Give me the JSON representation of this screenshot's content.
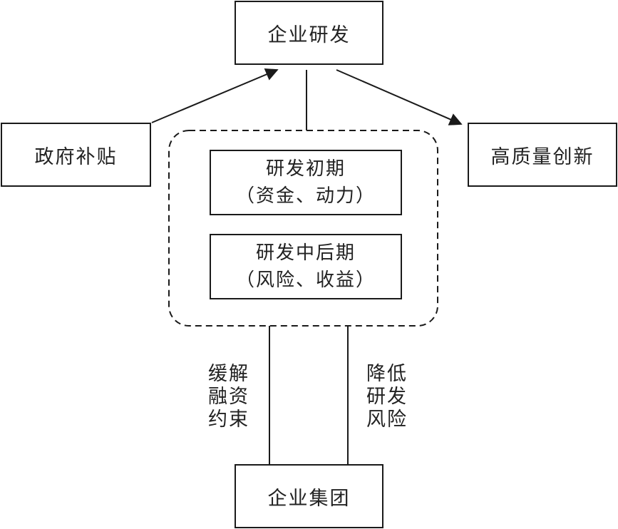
{
  "nodes": {
    "rd": "企业研发",
    "subsidy": "政府补贴",
    "innovation": "高质量创新",
    "group": "企业集团"
  },
  "stages": {
    "early": {
      "title": "研发初期",
      "detail": "（资金、动力）"
    },
    "later": {
      "title": "研发中后期",
      "detail": "（风险、收益）"
    }
  },
  "side_notes": {
    "left": [
      "缓解",
      "融资",
      "约束"
    ],
    "right": [
      "降低",
      "研发",
      "风险"
    ]
  },
  "colors": {
    "line": "#1a1a1a",
    "text": "#222222",
    "background": "#ffffff"
  }
}
